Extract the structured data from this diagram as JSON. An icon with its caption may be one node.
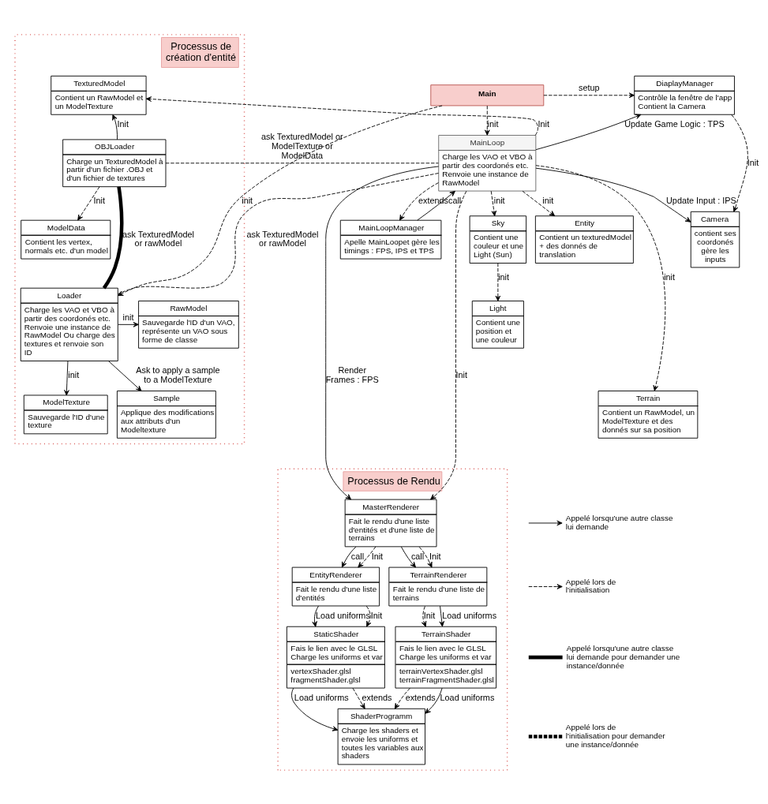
{
  "diagram": {
    "nodes": [
      {
        "text": [
          "Processus de création d'entité"
        ]
      },
      {
        "text": [
          "TexturedModel",
          "Contient un RawModel et un ModelTexture"
        ],
        "in": 0
      },
      {
        "text": [
          "Main"
        ]
      },
      {
        "text": [
          "DiaplayManager",
          "Contrôle la fenêtre de l'app Contient la Camera"
        ]
      },
      {
        "text": [
          "OBJLoader",
          "Charge un TexturedModel à partir d'un fichier .OBJ et d'un fichier de textures"
        ],
        "in": 0
      },
      {
        "text": [
          "MainLoop",
          "Charge les VAO et VBO à partir des coordonés etc. Renvoie une instance de RawModel"
        ]
      },
      {
        "text": [
          "Camera",
          "contient ses coordonés gère les inputs"
        ]
      },
      {
        "text": [
          "ModelData",
          "Contient les vertex, normals etc. d'un model"
        ],
        "in": 0
      },
      {
        "text": [
          "MainLoopManager",
          "Apelle MainLoopet gère les timings : FPS, IPS et TPS"
        ]
      },
      {
        "text": [
          "Sky",
          "Contient une couleur et une Light (Sun)"
        ]
      },
      {
        "text": [
          "Loader",
          "Charge les VAO et VBO à partir des coordonés etc. Renvoie une instance de RawModel Ou charge des textures et renvoie son ID"
        ],
        "in": 0
      },
      {
        "text": [
          "RawModel",
          "Sauvegarde l'ID d'un VAO, représente un VAO sous forme de classe"
        ],
        "in": 0
      },
      {
        "text": [
          "Terrain",
          "Contient un RawModel, un ModelTexture et des donnés sur sa position"
        ]
      },
      {
        "text": [
          "ModelTexture",
          "Sauvegarde l'ID d'une texture"
        ],
        "in": 0
      },
      {
        "text": [
          "Light",
          "Contient une position et une couleur"
        ]
      },
      {
        "text": [
          "Entity",
          "Contient un texturedModel + des donnés de translation"
        ]
      },
      {
        "text": [
          "Sample",
          "Applique des modifications aux attributs d'un Modeltexture"
        ],
        "in": 0
      },
      {
        "text": [
          "Processus de Rendu"
        ]
      },
      {
        "text": [
          "StaticShader",
          "Fais le lien avec le GLSL Charge les uniforms et var",
          "vertexShader.glsl fragmentShader.glsl"
        ],
        "in": 17
      },
      {
        "text": [
          "EntityRenderer",
          "Fait le rendu d'une liste d'entités"
        ],
        "in": 17
      },
      {
        "text": [
          "ShaderProgramm",
          "Charge les shaders et envoie les uniforms et toutes les variables aux shaders"
        ],
        "in": 17
      },
      {
        "text": [
          "MasterRenderer",
          "Fait le rendu d'une liste d'entités et d'une liste de terrains"
        ],
        "in": 17
      },
      {
        "text": [
          "TerrainShader",
          "Fais le lien avec le GLSL Charge les uniforms et var",
          "terrainVertexShader.glsl terrainFragmentShader.glsl"
        ],
        "in": 17
      },
      {
        "text": [
          "TerrainRenderer",
          "Fait le rendu d'une liste de terrains"
        ],
        "in": 17
      }
    ],
    "edges": [
      {
        "from": 2,
        "to": 3,
        "arrow": "to",
        "style": "dashed",
        "label": "setup"
      },
      {
        "from": 2,
        "to": 5,
        "arrow": "to",
        "style": "dashed",
        "label": "init"
      },
      {
        "from": 2,
        "to": 10,
        "arrow": "to",
        "style": "dashed",
        "label": "init"
      },
      {
        "from": 3,
        "to": 6,
        "arrow": "to",
        "style": "dashed",
        "label": "Init"
      },
      {
        "from": 5,
        "to": 3,
        "arrow": "to",
        "label": "Update Game Logic : TPS"
      },
      {
        "from": 5,
        "to": 6,
        "arrow": "to",
        "label": "Update Input : IPS"
      },
      {
        "from": 5,
        "to": 21,
        "arrow": "to",
        "label": "Render Frames : FPS"
      },
      {
        "from": 5,
        "to": 21,
        "arrow": "to",
        "style": "dashed",
        "label": "Init"
      },
      {
        "from": 5,
        "to": 1,
        "arrow": "to",
        "style": "dashed",
        "label": "Init"
      },
      {
        "from": 4,
        "to": 1,
        "arrow": "to",
        "label": "Init"
      },
      {
        "from": 4,
        "to": 5,
        "arrow": "none",
        "style": "dashed",
        "label": "ask TexturedModel or ModelTexture or ModelData"
      },
      {
        "from": 4,
        "to": 10,
        "arrow": "none",
        "style": "thick",
        "label": "ask TexturedModel or rawModel"
      },
      {
        "from": 5,
        "to": 10,
        "arrow": "none",
        "style": "dashed",
        "label": "ask TexturedModel or rawModel"
      },
      {
        "from": 4,
        "to": 7,
        "arrow": "to",
        "style": "dashed",
        "label": "Init"
      },
      {
        "from": 8,
        "to": 5,
        "arrow": "to",
        "label": "call"
      },
      {
        "from": 5,
        "to": 8,
        "arrow": "to",
        "style": "dashed",
        "label": "extends"
      },
      {
        "from": 5,
        "to": 9,
        "arrow": "to",
        "style": "dashed",
        "label": "init"
      },
      {
        "from": 9,
        "to": 14,
        "arrow": "to",
        "style": "dashed",
        "label": "init"
      },
      {
        "from": 5,
        "to": 12,
        "arrow": "to",
        "style": "dashed",
        "label": "init"
      },
      {
        "from": 5,
        "to": 15,
        "arrow": "to",
        "style": "dashed",
        "label": "init"
      },
      {
        "from": 10,
        "to": 11,
        "arrow": "to",
        "label": "init"
      },
      {
        "from": 10,
        "to": 13,
        "arrow": "to",
        "label": "init"
      },
      {
        "from": 10,
        "to": 16,
        "arrow": "to",
        "label": "Ask to apply a sample to a ModelTexture"
      },
      {
        "from": 21,
        "to": 19,
        "arrow": "to",
        "label": "call"
      },
      {
        "from": 21,
        "to": 19,
        "arrow": "to",
        "style": "dashed",
        "label": "Init"
      },
      {
        "from": 21,
        "to": 23,
        "arrow": "to",
        "label": "call"
      },
      {
        "from": 21,
        "to": 23,
        "arrow": "to",
        "style": "dashed",
        "label": "Init"
      },
      {
        "from": 19,
        "to": 18,
        "arrow": "to",
        "label": "Load uniforms"
      },
      {
        "from": 19,
        "to": 18,
        "arrow": "to",
        "style": "dashed",
        "label": "Init"
      },
      {
        "from": 23,
        "to": 22,
        "arrow": "to",
        "style": "dashed",
        "label": "Init"
      },
      {
        "from": 23,
        "to": 22,
        "arrow": "to",
        "label": "Load uniforms"
      },
      {
        "from": 18,
        "to": 20,
        "arrow": "to",
        "label": "Load uniforms"
      },
      {
        "from": 18,
        "to": 20,
        "arrow": "to",
        "style": "dashed",
        "label": "extends"
      },
      {
        "from": 22,
        "to": 20,
        "arrow": "to",
        "style": "dashed",
        "label": "extends"
      },
      {
        "from": 22,
        "to": 20,
        "arrow": "to",
        "label": "Load uniforms"
      }
    ],
    "legend": [
      {
        "text": "Appelé lorsqu'une autre classe lui demande"
      },
      {
        "text": "Appelé lors de l'initialisation"
      },
      {
        "text": "Appelé lorsqu'une autre classe lui demande pour demander une instance/donnée"
      },
      {
        "text": "Appelé lors de l'initialisation pour demander une instance/donnée"
      }
    ]
  }
}
